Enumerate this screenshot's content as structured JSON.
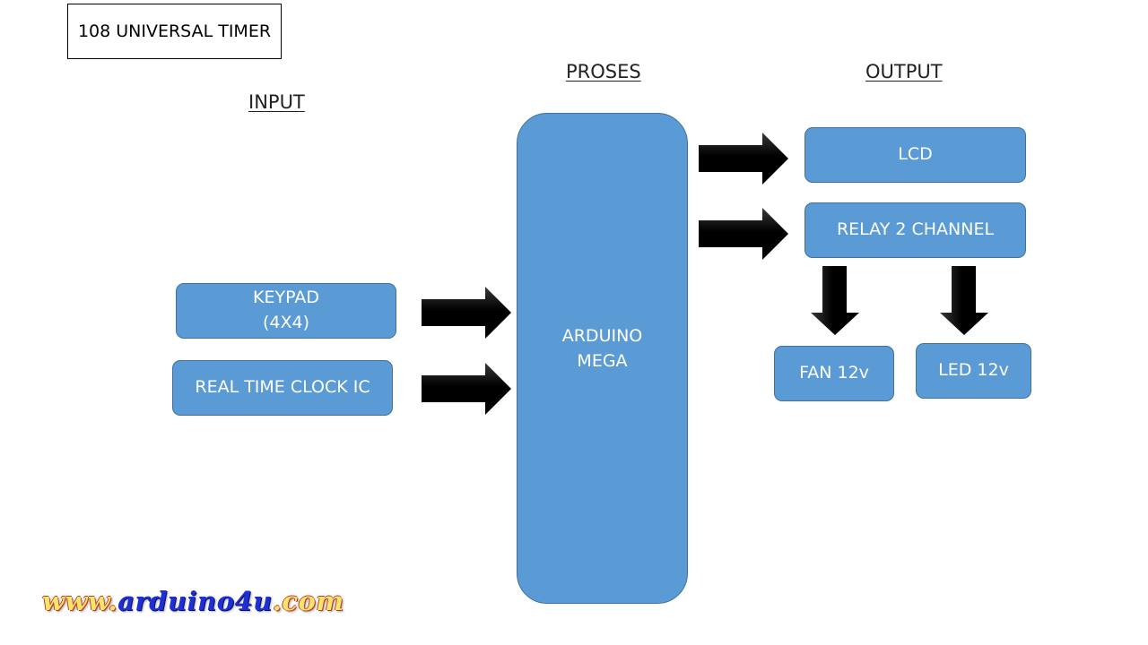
{
  "title": "108 UNIVERSAL TIMER",
  "headings": {
    "input": "INPUT",
    "proses": "PROSES",
    "output": "OUTPUT"
  },
  "blocks": {
    "keypad": "KEYPAD\n(4X4)",
    "rtc": "REAL TIME CLOCK IC",
    "arduino": "ARDUINO\nMEGA",
    "lcd": "LCD",
    "relay": "RELAY 2 CHANNEL",
    "fan": "FAN 12v",
    "led": "LED 12v"
  },
  "watermark": {
    "prefix": "www.",
    "middle": "arduino4u",
    "suffix": ".com"
  },
  "colors": {
    "block_fill": "#5b9bd5",
    "block_border": "#41719c",
    "arrow": "#000000"
  }
}
